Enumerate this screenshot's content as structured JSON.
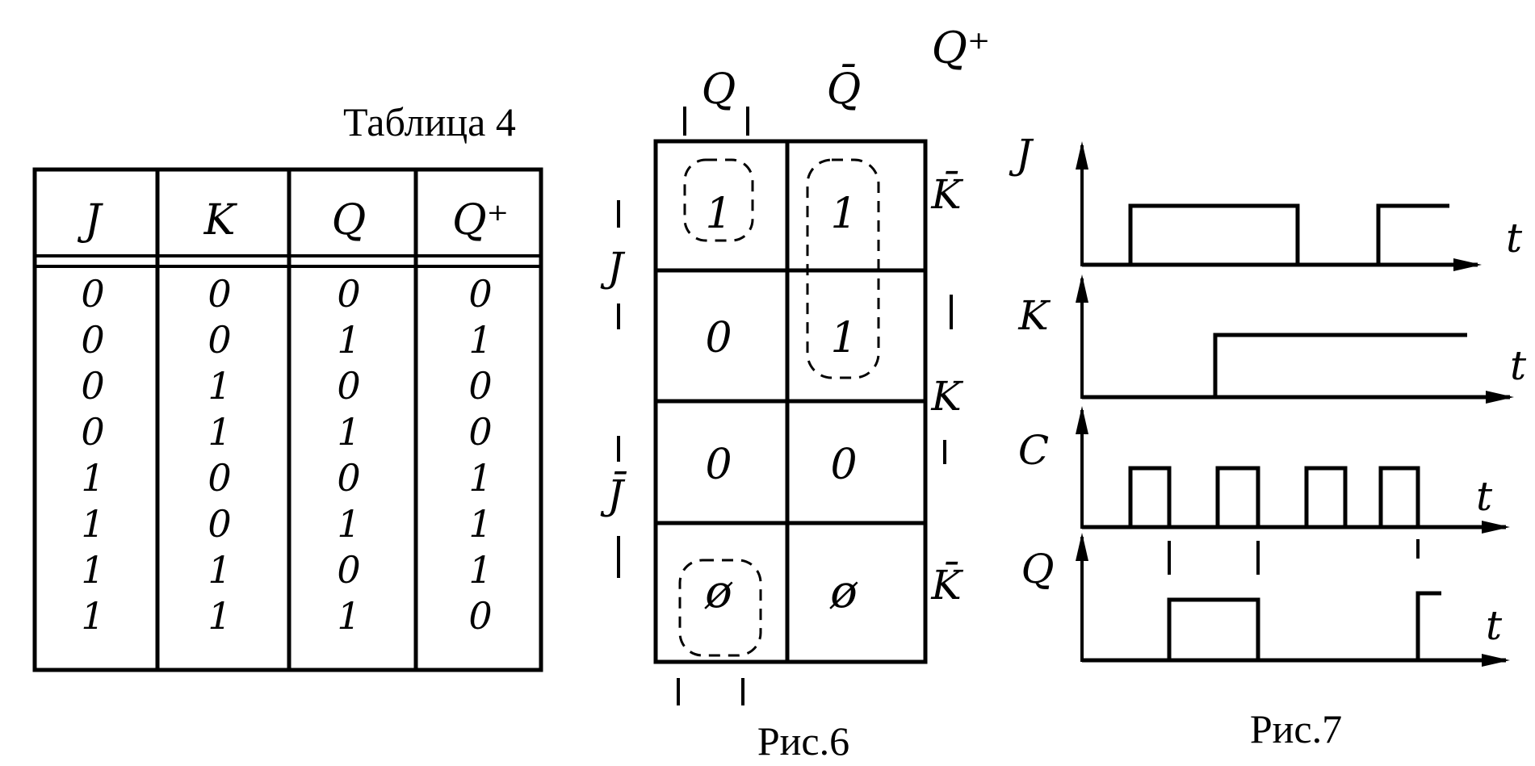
{
  "table": {
    "caption": "Таблица 4",
    "headers": [
      "J",
      "K",
      "Q",
      "Q⁺"
    ],
    "rows": [
      [
        "0",
        "0",
        "0",
        "0"
      ],
      [
        "0",
        "0",
        "1",
        "1"
      ],
      [
        "0",
        "1",
        "0",
        "0"
      ],
      [
        "0",
        "1",
        "1",
        "0"
      ],
      [
        "1",
        "0",
        "0",
        "1"
      ],
      [
        "1",
        "0",
        "1",
        "1"
      ],
      [
        "1",
        "1",
        "0",
        "1"
      ],
      [
        "1",
        "1",
        "1",
        "0"
      ]
    ]
  },
  "kmap": {
    "caption": "Рис.6",
    "title": "Q⁺",
    "col_labels": [
      "Q",
      "Q̄"
    ],
    "row_labels_left": [
      "J",
      "J̄"
    ],
    "row_labels_right": [
      "K̄",
      "K",
      "K̄"
    ],
    "cells": [
      [
        "1",
        "1"
      ],
      [
        "0",
        "1"
      ],
      [
        "0",
        "0"
      ],
      [
        "ø",
        "ø"
      ]
    ]
  },
  "timing": {
    "caption": "Рис.7",
    "signals": [
      {
        "name": "J",
        "axis": "t"
      },
      {
        "name": "K",
        "axis": "t"
      },
      {
        "name": "C",
        "axis": "t"
      },
      {
        "name": "Q",
        "axis": "t"
      }
    ]
  }
}
